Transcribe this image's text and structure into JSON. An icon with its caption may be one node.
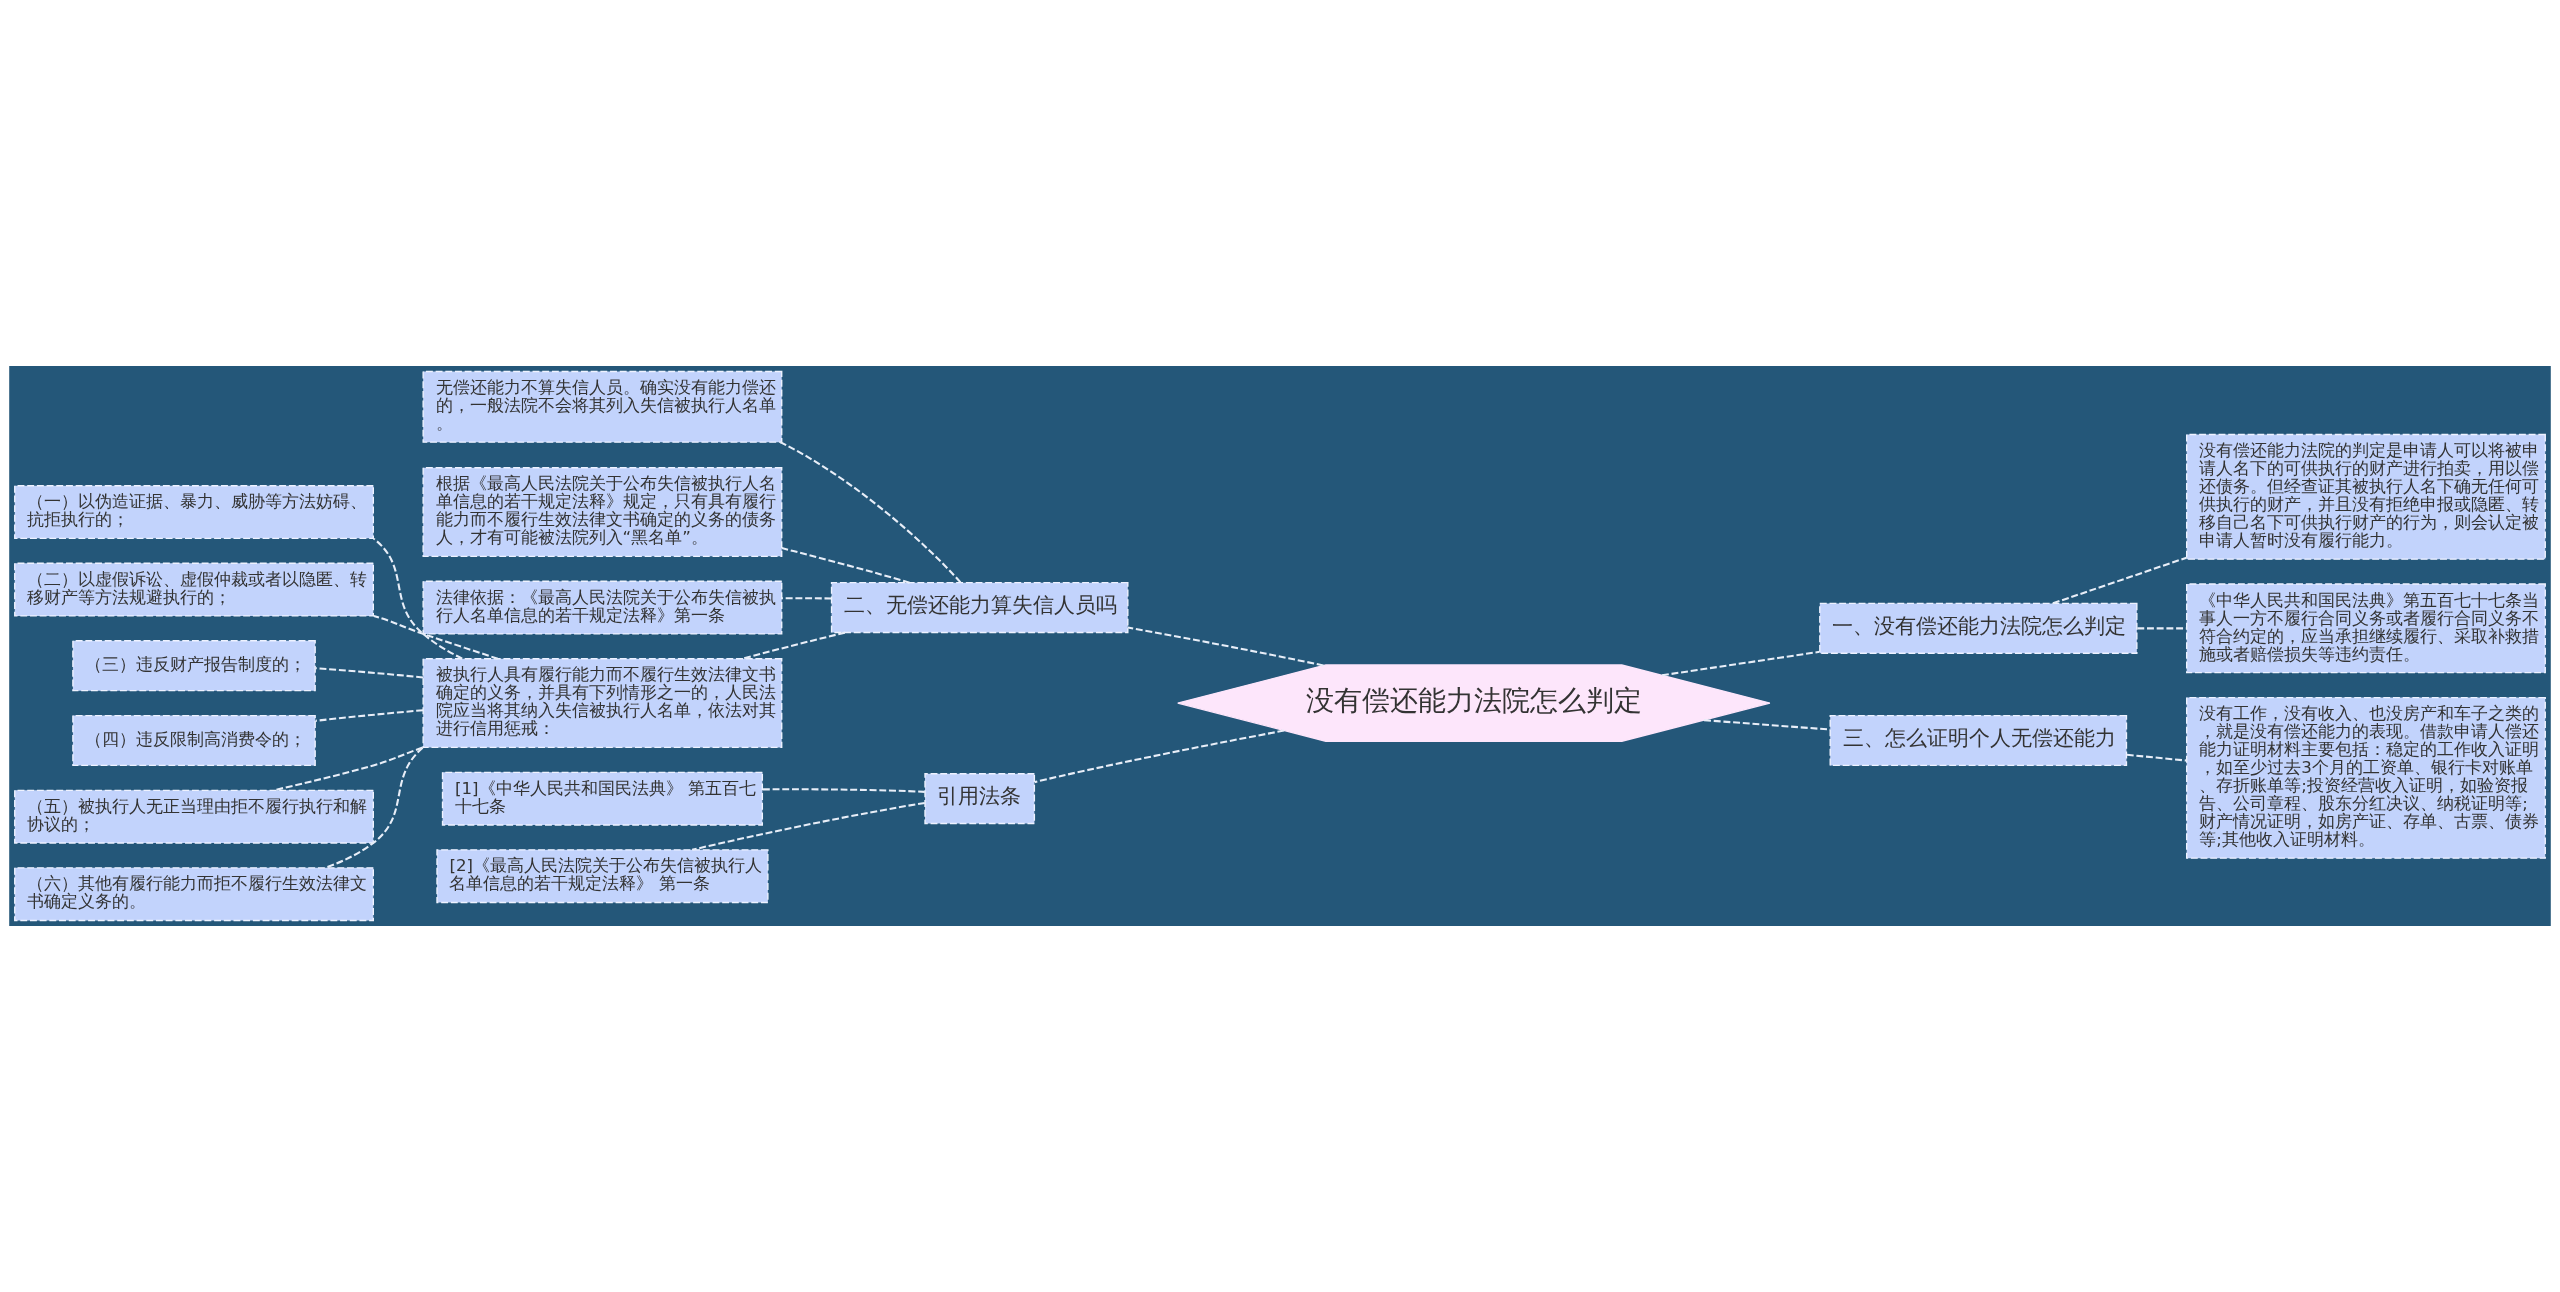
{
  "diagram": {
    "nodes": [
      {
        "text": [
          "没有偿还能力法院怎么判定"
        ]
      },
      {
        "text": [
          "一、没有偿还能力法院怎么判定"
        ]
      },
      {
        "text": [
          "没有偿还能力法院的判定是申请人可以将被申请人名下的可供执行的财产进行拍卖，用以偿还债务。但经查证其被执行人名下确无任何可供执行的财产，并且没有拒绝申报或隐匿、转移自己名下可供执行财产的行为，则会认定被申请人暂时没有履行能力。"
        ]
      },
      {
        "text": [
          "《中华人民共和国民法典》第五百七十七条当事人一方不履行合同义务或者履行合同义务不符合约定的，应当承担继续履行、采取补救措施或者赔偿损失等违约责任。"
        ]
      },
      {
        "text": [
          "三、怎么证明个人无偿还能力"
        ]
      },
      {
        "text": [
          "没有工作，没有收入、也没房产和车子之类的，就是没有偿还能力的表现。借款申请人偿还能力证明材料主要包括：稳定的工作收入证明，如至少过去3个月的工资单、银行卡对账单、存折账单等;投资经营收入证明，如验资报告、公司章程、股东分红决议、纳税证明等;财产情况证明，如房产证、存单、古票、债券等;其他收入证明材料。"
        ]
      },
      {
        "text": [
          "二、无偿还能力算失信人员吗"
        ]
      },
      {
        "text": [
          "无偿还能力不算失信人员。确实没有能力偿还的，一般法院不会将其列入失信被执行人名单。"
        ]
      },
      {
        "text": [
          "根据《最高人民法院关于公布失信被执行人名单信息的若干规定法释》规定，只有具有履行能力而不履行生效法律文书确定的义务的债务人，才有可能被法院列入“黑名单”。"
        ]
      },
      {
        "text": [
          "法律依据：《最高人民法院关于公布失信被执行人名单信息的若干规定法释》第一条"
        ]
      },
      {
        "text": [
          "被执行人具有履行能力而不履行生效法律文书确定的义务，并具有下列情形之一的，人民法院应当将其纳入失信被执行人名单，依法对其进行信用惩戒："
        ]
      },
      {
        "text": [
          "（一）以伪造证据、暴力、威胁等方法妨碍、抗拒执行的；"
        ]
      },
      {
        "text": [
          "（二）以虚假诉讼、虚假仲裁或者以隐匿、转移财产等方法规避执行的；"
        ]
      },
      {
        "text": [
          "（三）违反财产报告制度的；"
        ]
      },
      {
        "text": [
          "（四）违反限制高消费令的；"
        ]
      },
      {
        "text": [
          "（五）被执行人无正当理由拒不履行执行和解协议的；"
        ]
      },
      {
        "text": [
          "（六）其他有履行能力而拒不履行生效法律文书确定义务的。"
        ]
      },
      {
        "text": [
          "引用法条"
        ]
      },
      {
        "text": [
          "[1]《中华人民共和国民法典》 第五百七十七条"
        ]
      },
      {
        "text": [
          "[2]《最高人民法院关于公布失信被执行人名单信息的若干规定法释》 第一条"
        ]
      }
    ],
    "edges": [
      {
        "from": 0,
        "to": 1,
        "arrow": "none"
      },
      {
        "from": 1,
        "to": 2,
        "arrow": "none"
      },
      {
        "from": 1,
        "to": 3,
        "arrow": "none"
      },
      {
        "from": 0,
        "to": 4,
        "arrow": "none"
      },
      {
        "from": 4,
        "to": 5,
        "arrow": "none"
      },
      {
        "from": 0,
        "to": 6,
        "arrow": "none"
      },
      {
        "from": 6,
        "to": 7,
        "arrow": "none"
      },
      {
        "from": 6,
        "to": 8,
        "arrow": "none"
      },
      {
        "from": 6,
        "to": 9,
        "arrow": "none"
      },
      {
        "from": 6,
        "to": 10,
        "arrow": "none"
      },
      {
        "from": 10,
        "to": 11,
        "arrow": "none"
      },
      {
        "from": 10,
        "to": 12,
        "arrow": "none"
      },
      {
        "from": 10,
        "to": 13,
        "arrow": "none"
      },
      {
        "from": 10,
        "to": 14,
        "arrow": "none"
      },
      {
        "from": 10,
        "to": 15,
        "arrow": "none"
      },
      {
        "from": 10,
        "to": 16,
        "arrow": "none"
      },
      {
        "from": 0,
        "to": 17,
        "arrow": "none"
      },
      {
        "from": 17,
        "to": 18,
        "arrow": "none"
      },
      {
        "from": 17,
        "to": 19,
        "arrow": "none"
      }
    ]
  }
}
